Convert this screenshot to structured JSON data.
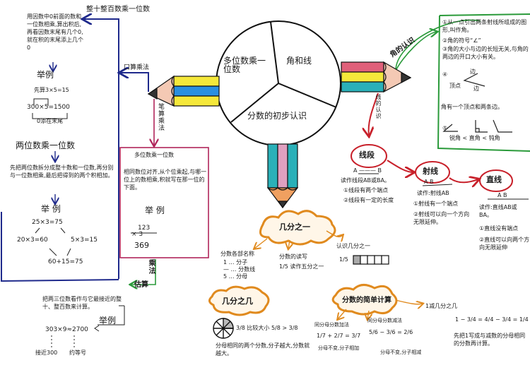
{
  "center": {
    "sections": [
      "多位数乘一位数",
      "角和线",
      "分数的初步认识"
    ]
  },
  "multiplication": {
    "branch_round": "整十整百数乘一位数",
    "round_rule": "用因数中0前面的数和一位数相乘,算出积后,再看因数末尾有几个0,就在积的末尾添上几个0",
    "example_label": "举例",
    "round_first": "先算3×5=15",
    "round_eq": "300×5=1500",
    "round_note": "0添在末尾",
    "oral_label": "口算乘法",
    "two_digit_title": "两位数乘一位数",
    "two_digit_rule": "先把两位数拆分成整十数和一位数,再分别与一位数相乘,最后把得到的两个积相加。",
    "two_digit_example_label": "举 例",
    "two_digit_eq": "25×3=75",
    "two_digit_left": "20×3=60",
    "two_digit_right": "5×3=15",
    "two_digit_sum": "60+15=75",
    "written_label": "笔算乘法",
    "written_title": "多位数乘一位数",
    "written_rule": "相同数位对齐,从个位乘起,与哪一位上的数相乘,积就写在那一位的下面。",
    "written_example_label": "举 例",
    "written_top": "123",
    "written_mult": "× 3",
    "written_result": "369",
    "mult_label": "乘法",
    "estimate_label": "估算",
    "estimate_rule": "把两三位数看作与它最接近的整十、整百数来计算。",
    "estimate_example_label": "举例",
    "estimate_eq": "303×9≈2700",
    "estimate_note1": "接近300",
    "estimate_note2": "约等号"
  },
  "angles": {
    "label": "角的认识",
    "items": [
      "①从一点引出两条射线所组成的图形,叫作角。",
      "②角的符号“∠”",
      "③角的大小与边的长短无关,与角的两边的开口大小有关。",
      "④"
    ],
    "edge_label": "边",
    "vertex_label": "顶点",
    "parts_note": "角有一个顶点和两条边。",
    "item5": "⑤",
    "comparison": "锐角 < 直角 < 钝角"
  },
  "lines": {
    "label": "线的认识",
    "segment": {
      "title": "线段",
      "figure": "A ——— B",
      "lines": [
        "读作线段AB或BA。",
        "①线段有两个端点",
        "②线段有一定的长度"
      ]
    },
    "ray": {
      "title": "射线",
      "figure": "A   B",
      "lines": [
        "读作:射线AB",
        "①射线有一个端点",
        "②射线可以向一个方向无限延伸。"
      ]
    },
    "straight": {
      "title": "直线",
      "figure": "A   B",
      "lines": [
        "读作:直线AB或BA。",
        "①直线没有端点",
        "②直线可以向两个方向无限延伸"
      ]
    }
  },
  "fractions": {
    "unit_title": "几分之一",
    "parts_title": "分数各部名称",
    "parts_numerator": "1 … 分子",
    "parts_line": "— … 分数线",
    "parts_denominator": "5 … 分母",
    "read_title": "分数的读写",
    "read_example": "1/5 读作五分之一",
    "know_title": "认识几分之一",
    "know_fraction": "1/5",
    "several_title": "几分之几",
    "compare_text": "3/8 比较大小 5/8 > 3/8",
    "compare_rule": "分母相同的两个分数,分子越大,分数就越大。",
    "calc_title": "分数的简单计算",
    "add_title": "同分母分数加法",
    "add_eq": "1/7 + 2/7 = 3/7",
    "add_rule": "分母不变,分子相加",
    "sub_title": "同分母分数减法",
    "sub_eq": "5/6 − 3/6 = 2/6",
    "sub_rule": "分母不变,分子相减",
    "one_minus_title": "1减几分之几",
    "one_minus_eq": "1 − 3/4 = 4/4 − 3/4 = 1/4",
    "one_minus_rule": "先把1写成与减数的分母相同的分数再计算。"
  },
  "colors": {
    "blue": "#1f2a8c",
    "pink": "#b0245a",
    "green": "#2a9a3a",
    "red": "#c8202a",
    "orange": "#e08a1e",
    "yellow": "#f5e83a",
    "sky": "#2a8fe0",
    "teal": "#2ab0b8",
    "rose": "#e0607a"
  }
}
